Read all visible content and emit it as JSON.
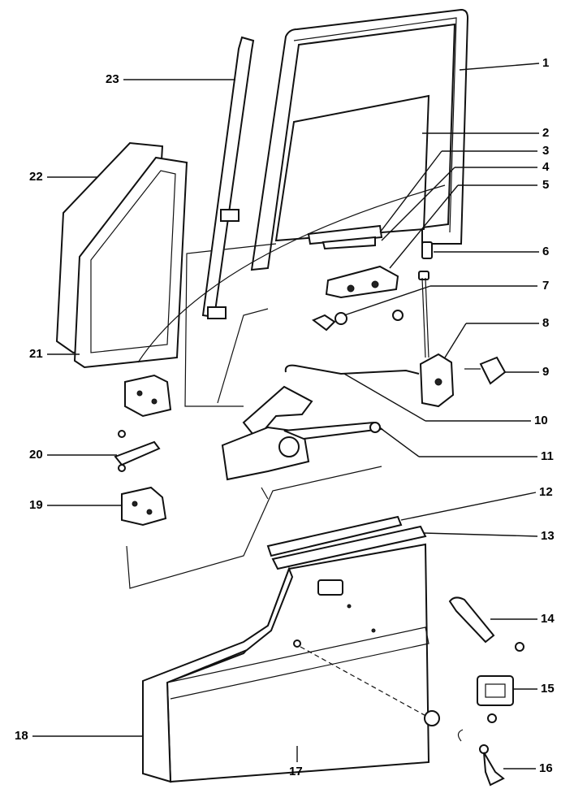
{
  "figure": {
    "callouts": [
      "1",
      "2",
      "3",
      "4",
      "5",
      "6",
      "7",
      "8",
      "9",
      "10",
      "11",
      "12",
      "13",
      "14",
      "15",
      "16",
      "17",
      "18",
      "19",
      "20",
      "21",
      "22",
      "23"
    ]
  }
}
